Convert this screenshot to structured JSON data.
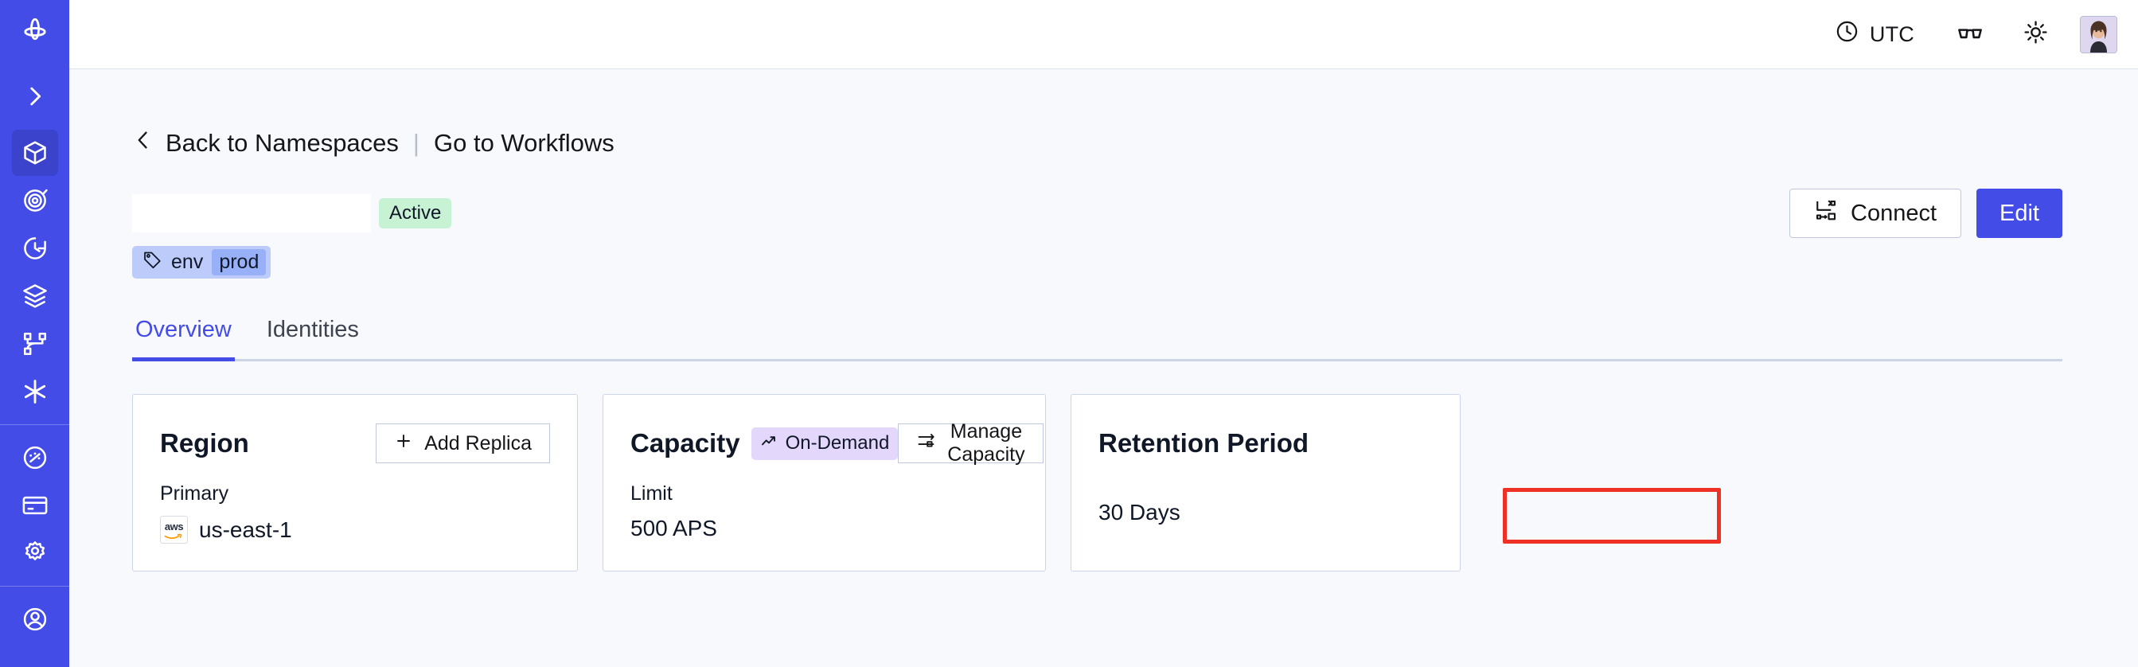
{
  "sidebar": {
    "logo_icon": "temporal-logo-icon",
    "expand_icon": "chevron-right-icon",
    "items": [
      {
        "name": "namespaces",
        "icon": "cube-icon",
        "active": true
      },
      {
        "name": "workflows",
        "icon": "eye-spiral-icon",
        "active": false
      },
      {
        "name": "schedules",
        "icon": "clock-arrow-icon",
        "active": false
      },
      {
        "name": "batch-operations",
        "icon": "layers-icon",
        "active": false
      },
      {
        "name": "task-queues",
        "icon": "nodes-graph-icon",
        "active": false
      },
      {
        "name": "nexus",
        "icon": "asterisk-icon",
        "active": false
      }
    ],
    "items_secondary": [
      {
        "name": "usage",
        "icon": "gauge-icon",
        "active": false
      },
      {
        "name": "billing",
        "icon": "credit-card-icon",
        "active": false
      },
      {
        "name": "settings",
        "icon": "gear-icon",
        "active": false
      }
    ],
    "items_tertiary": [
      {
        "name": "account",
        "icon": "user-circle-icon",
        "active": false
      }
    ]
  },
  "topbar": {
    "timezone_label": "UTC",
    "clock_icon": "clock-icon",
    "glasses_icon": "glasses-icon",
    "theme_icon": "sun-icon",
    "avatar_icon": "user-avatar"
  },
  "breadcrumb": {
    "back_icon": "chevron-left-icon",
    "back_label": "Back to Namespaces",
    "separator": "|",
    "link_label": "Go to Workflows"
  },
  "namespace": {
    "name": "",
    "status_badge": "Active",
    "tag": {
      "key": "env",
      "value": "prod",
      "icon": "tag-icon"
    }
  },
  "header_actions": {
    "connect_label": "Connect",
    "connect_icon": "connect-icon",
    "edit_label": "Edit"
  },
  "tabs": [
    {
      "label": "Overview",
      "active": true
    },
    {
      "label": "Identities",
      "active": false
    }
  ],
  "cards": {
    "region": {
      "title": "Region",
      "action_label": "Add Replica",
      "action_icon": "plus-icon",
      "label": "Primary",
      "value": "us-east-1",
      "provider_icon": "aws-logo",
      "provider_text": "aws"
    },
    "capacity": {
      "title": "Capacity",
      "badge_label": "On-Demand",
      "badge_icon": "trending-up-icon",
      "action_label": "Manage Capacity",
      "action_icon": "sliders-icon",
      "label": "Limit",
      "value": "500 APS"
    },
    "retention": {
      "title": "Retention Period",
      "value": "30 Days"
    }
  },
  "annotation": {
    "target": "manage-capacity-button",
    "color": "#ee3124"
  },
  "colors": {
    "brand": "#444ce7",
    "sidebar": "#444ce7",
    "page_bg": "#f7f9fc",
    "card_border": "#ccd6ea",
    "status_active_bg": "#c8f2d4",
    "tag_bg": "#bdcbfb",
    "tag_value_bg": "#97b0f8",
    "badge_ondemand_bg": "#e3d8fb",
    "annotation": "#ee3124"
  }
}
